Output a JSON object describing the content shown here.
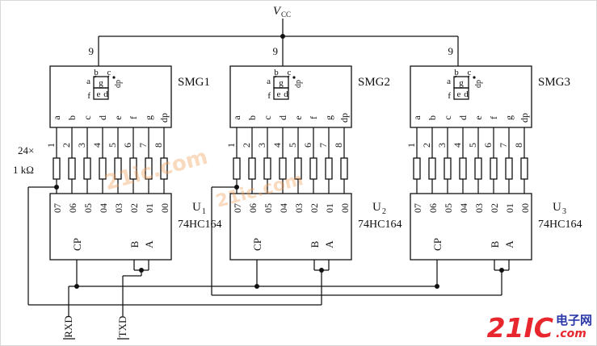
{
  "power": {
    "vcc_main": "V",
    "vcc_sub": "CC",
    "display_vcc_pin": "9"
  },
  "annotations": {
    "resistor_count": "24×",
    "resistor_value": "1 kΩ"
  },
  "signals": {
    "serial_in": "RXD",
    "serial_out": "TXD"
  },
  "display_segment_pins": [
    "a",
    "b",
    "c",
    "d",
    "e",
    "f",
    "g",
    "dp"
  ],
  "resistor_numbers": [
    "1",
    "2",
    "3",
    "4",
    "5",
    "6",
    "7",
    "8"
  ],
  "ic_output_pins": [
    "07",
    "06",
    "05",
    "04",
    "03",
    "02",
    "01",
    "00"
  ],
  "ic_control_pins": {
    "clock": "CP",
    "data_b": "B",
    "data_a": "A"
  },
  "segment_glyph": {
    "top_left": "b",
    "top_right": "c",
    "left": "a",
    "center": "g",
    "lower_left": "f",
    "lower_center": "e",
    "lower_right": "d",
    "decimal": "dp"
  },
  "modules": [
    {
      "display_label": "SMG1",
      "ic_ref": "U",
      "ic_ref_sub": "1",
      "ic_part": "74HC164"
    },
    {
      "display_label": "SMG2",
      "ic_ref": "U",
      "ic_ref_sub": "2",
      "ic_part": "74HC164"
    },
    {
      "display_label": "SMG3",
      "ic_ref": "U",
      "ic_ref_sub": "3",
      "ic_part": "74HC164"
    }
  ],
  "watermark": {
    "faint": "21ic.com",
    "brand": "21IC",
    "cn": "电子网",
    "com": ".com"
  }
}
